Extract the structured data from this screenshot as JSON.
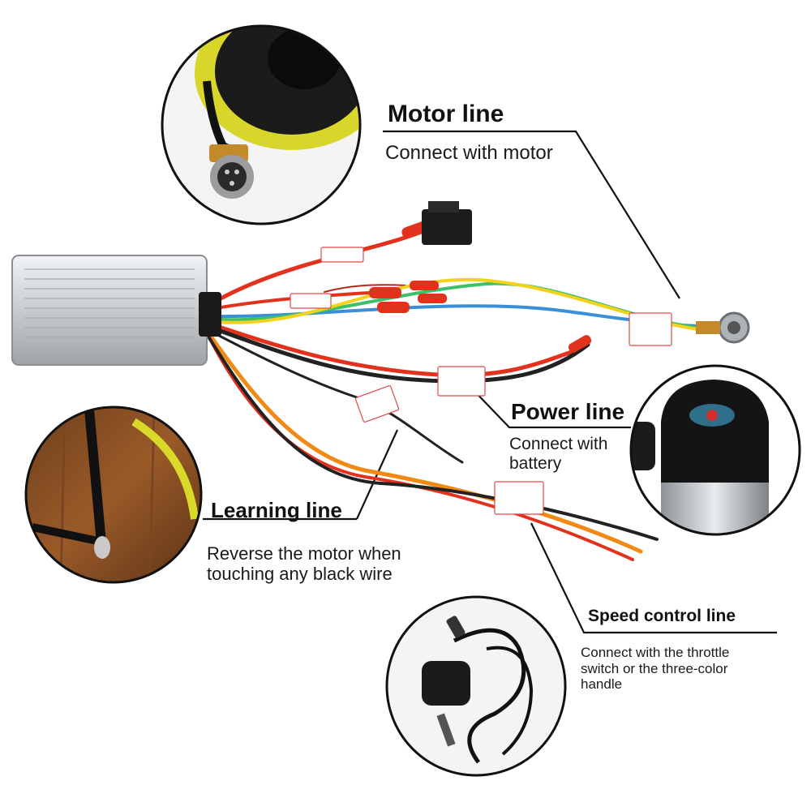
{
  "callouts": {
    "motor": {
      "title": "Motor line",
      "desc": "Connect with motor"
    },
    "power": {
      "title": "Power line",
      "desc": "Connect with battery"
    },
    "learning": {
      "title": "Learning line",
      "desc": "Reverse the motor when touching any black wire"
    },
    "speed": {
      "title": "Speed control line",
      "desc": "Connect with the throttle switch or the three-color handle"
    }
  },
  "icons": {
    "motor_inset": "motor-connector-photo-icon",
    "battery_inset": "battery-pack-photo-icon",
    "learning_inset": "learning-wire-photo-icon",
    "throttle_inset": "throttle-switch-photo-icon",
    "controller": "controller-box-icon"
  },
  "colors": {
    "wire_red": "#e2321e",
    "wire_orange": "#f08a14",
    "wire_yellow": "#f2d21a",
    "wire_green": "#3fbf6a",
    "wire_blue": "#3a8fd8",
    "wire_black": "#222222",
    "controller_silver": "#c9cdd1"
  }
}
